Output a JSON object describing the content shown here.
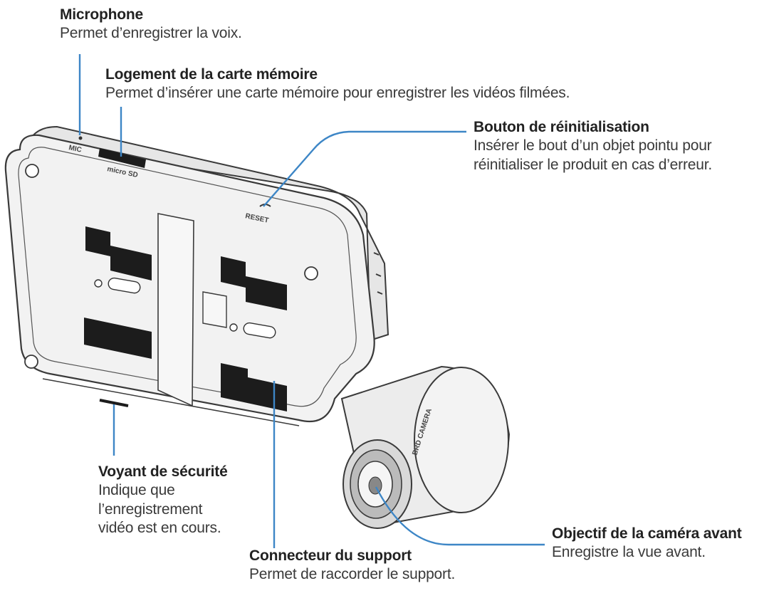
{
  "labels": {
    "microphone": {
      "title": "Microphone",
      "desc": "Permet d’enregistrer la voix."
    },
    "memory_card": {
      "title": "Logement de la carte mémoire",
      "desc": "Permet d’insérer une carte mémoire pour enregistrer les vidéos filmées."
    },
    "reset": {
      "title": "Bouton de réinitialisation",
      "desc_1": "Insérer le bout d’un objet pointu pour",
      "desc_2": "réinitialiser le produit en cas d’erreur."
    },
    "security_led": {
      "title": "Voyant de sécurité",
      "desc_1": "Indique que",
      "desc_2": "l’enregistrement",
      "desc_3": "vidéo est en cours."
    },
    "mount_connector": {
      "title": "Connecteur du support",
      "desc": "Permet de raccorder le support."
    },
    "front_lens": {
      "title": "Objectif de la caméra avant",
      "desc": "Enregistre la vue avant."
    }
  },
  "device_markings": {
    "mic": "MIC",
    "sd": "micro SD",
    "reset": "RESET",
    "camera": "BRD CAMERA"
  },
  "colors": {
    "callout_line": "#3d86c6",
    "device_body": "#f2f2f2",
    "device_outline": "#3a3a3a",
    "slot_fill": "#1c1c1c"
  }
}
